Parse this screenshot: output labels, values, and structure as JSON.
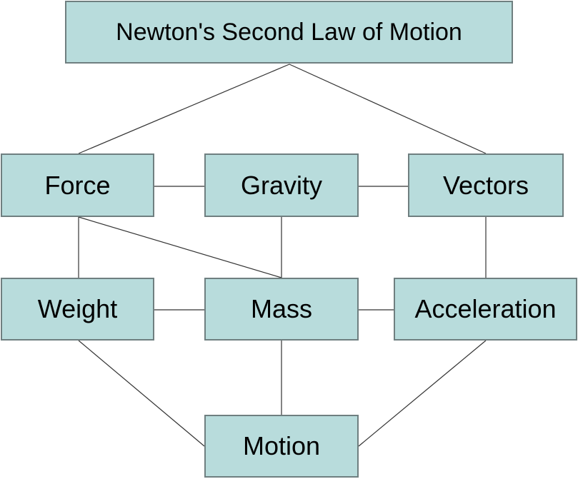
{
  "colors": {
    "node_fill": "#b8dcdc",
    "node_border": "#6f7f80",
    "link": "#333333",
    "text": "#000000"
  },
  "nodes": {
    "title": "Newton's Second Law of Motion",
    "force": "Force",
    "gravity": "Gravity",
    "vectors": "Vectors",
    "weight": "Weight",
    "mass": "Mass",
    "acceleration": "Acceleration",
    "motion": "Motion"
  },
  "links": [
    [
      "title",
      "force"
    ],
    [
      "title",
      "vectors"
    ],
    [
      "force",
      "gravity"
    ],
    [
      "gravity",
      "vectors"
    ],
    [
      "force",
      "weight"
    ],
    [
      "force",
      "mass"
    ],
    [
      "gravity",
      "mass"
    ],
    [
      "vectors",
      "acceleration"
    ],
    [
      "weight",
      "mass"
    ],
    [
      "mass",
      "acceleration"
    ],
    [
      "weight",
      "motion"
    ],
    [
      "mass",
      "motion"
    ],
    [
      "acceleration",
      "motion"
    ]
  ]
}
